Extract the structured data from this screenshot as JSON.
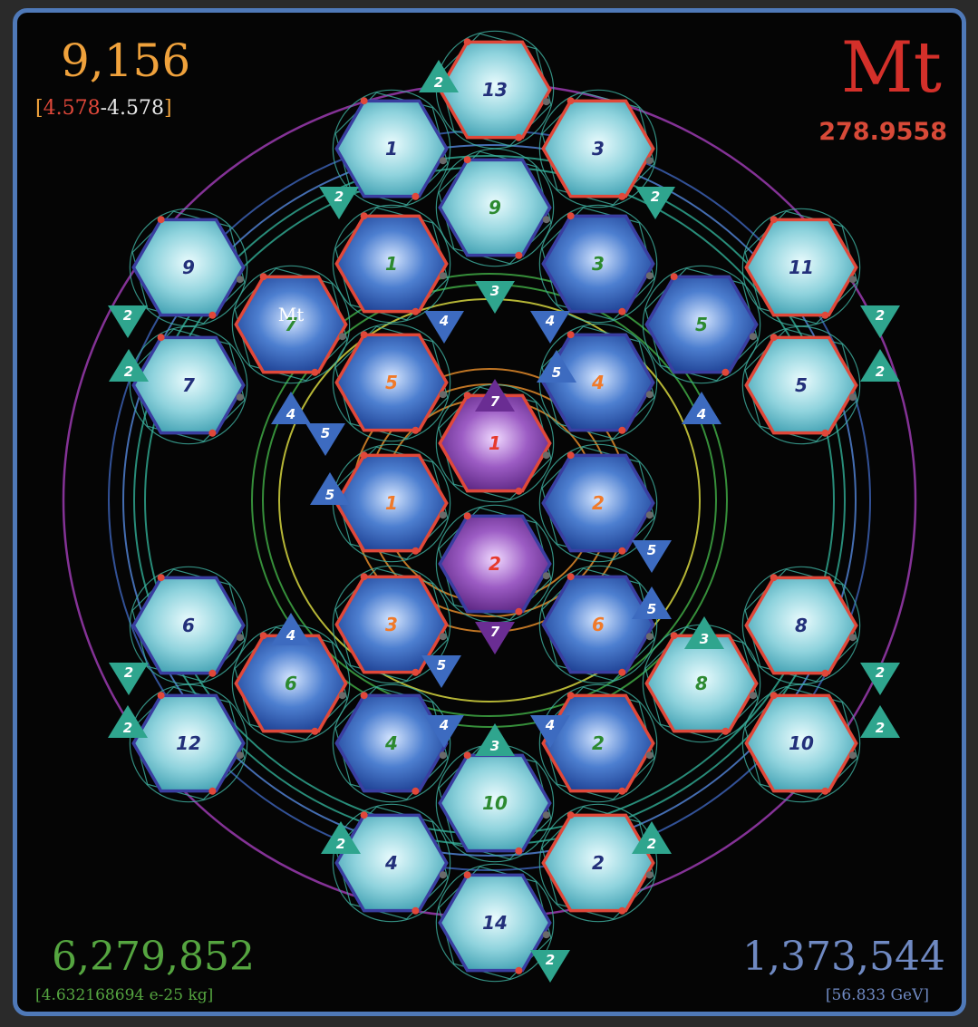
{
  "top_left": {
    "value": "9,156",
    "range_low": "4.578",
    "dash": "-",
    "range_high": "4.578"
  },
  "top_right": {
    "symbol": "Mt",
    "mass": "278.9558"
  },
  "bottom_left": {
    "value": "6,279,852",
    "detail": "[4.632168694 e-25 kg]"
  },
  "bottom_right": {
    "value": "1,373,544",
    "detail": "[56.833 GeV]"
  },
  "element_label": "Mt",
  "colors": {
    "frame": "#4f79b8",
    "background": "#050505",
    "light_hex": "#6fc0cf",
    "blue_hex": "#2f5db5",
    "purple_hex": "#7d3ea6",
    "orange_text": "#f07a2a",
    "green_text": "#2d8a30",
    "navy_text": "#23307a",
    "red_text": "#e63a2e",
    "teal_triangle": "#2fa58e",
    "blue_triangle": "#3d6bc0",
    "purple_triangle": "#6a2d93"
  },
  "hexagons": [
    {
      "id": "purple-1",
      "label": "1",
      "style": "purple",
      "text": "red"
    },
    {
      "id": "purple-2",
      "label": "2",
      "style": "purple",
      "text": "red"
    },
    {
      "id": "blue-orange-1",
      "label": "1",
      "style": "blue",
      "text": "orange"
    },
    {
      "id": "blue-orange-2",
      "label": "2",
      "style": "blue",
      "text": "orange"
    },
    {
      "id": "blue-orange-3",
      "label": "3",
      "style": "blue",
      "text": "orange"
    },
    {
      "id": "blue-orange-4",
      "label": "4",
      "style": "blue",
      "text": "orange"
    },
    {
      "id": "blue-orange-5",
      "label": "5",
      "style": "blue",
      "text": "orange"
    },
    {
      "id": "blue-orange-6",
      "label": "6",
      "style": "blue",
      "text": "orange"
    },
    {
      "id": "blue-green-1",
      "label": "1",
      "style": "blue",
      "text": "green"
    },
    {
      "id": "blue-green-3",
      "label": "3",
      "style": "blue",
      "text": "green"
    },
    {
      "id": "blue-green-7",
      "label": "7",
      "style": "blue",
      "text": "green"
    },
    {
      "id": "blue-green-5",
      "label": "5",
      "style": "blue",
      "text": "green"
    },
    {
      "id": "blue-green-6",
      "label": "6",
      "style": "blue",
      "text": "green"
    },
    {
      "id": "blue-green-4",
      "label": "4",
      "style": "blue",
      "text": "green"
    },
    {
      "id": "blue-green-2",
      "label": "2",
      "style": "blue",
      "text": "green"
    },
    {
      "id": "light-green-9",
      "label": "9",
      "style": "light",
      "text": "green"
    },
    {
      "id": "light-green-8",
      "label": "8",
      "style": "light",
      "text": "green"
    },
    {
      "id": "light-green-10",
      "label": "10",
      "style": "light",
      "text": "green"
    },
    {
      "id": "light-navy-13",
      "label": "13",
      "style": "light",
      "text": "navy"
    },
    {
      "id": "light-navy-1",
      "label": "1",
      "style": "light",
      "text": "navy"
    },
    {
      "id": "light-navy-3",
      "label": "3",
      "style": "light",
      "text": "navy"
    },
    {
      "id": "light-navy-9",
      "label": "9",
      "style": "light",
      "text": "navy"
    },
    {
      "id": "light-navy-11",
      "label": "11",
      "style": "light",
      "text": "navy"
    },
    {
      "id": "light-navy-7",
      "label": "7",
      "style": "light",
      "text": "navy"
    },
    {
      "id": "light-navy-5",
      "label": "5",
      "style": "light",
      "text": "navy"
    },
    {
      "id": "light-navy-6",
      "label": "6",
      "style": "light",
      "text": "navy"
    },
    {
      "id": "light-navy-8",
      "label": "8",
      "style": "light",
      "text": "navy"
    },
    {
      "id": "light-navy-12",
      "label": "12",
      "style": "light",
      "text": "navy"
    },
    {
      "id": "light-navy-10",
      "label": "10",
      "style": "light",
      "text": "navy"
    },
    {
      "id": "light-navy-4",
      "label": "4",
      "style": "light",
      "text": "navy"
    },
    {
      "id": "light-navy-2",
      "label": "2",
      "style": "light",
      "text": "navy"
    },
    {
      "id": "light-navy-14",
      "label": "14",
      "style": "light",
      "text": "navy"
    }
  ],
  "triangles": [
    {
      "label": "7",
      "style": "purple"
    },
    {
      "label": "7",
      "style": "purple"
    },
    {
      "label": "5",
      "style": "blue"
    },
    {
      "label": "5",
      "style": "blue"
    },
    {
      "label": "5",
      "style": "blue"
    },
    {
      "label": "5",
      "style": "blue"
    },
    {
      "label": "5",
      "style": "blue"
    },
    {
      "label": "5",
      "style": "blue"
    },
    {
      "label": "4",
      "style": "blue"
    },
    {
      "label": "4",
      "style": "blue"
    },
    {
      "label": "4",
      "style": "blue"
    },
    {
      "label": "4",
      "style": "blue"
    },
    {
      "label": "4",
      "style": "blue"
    },
    {
      "label": "4",
      "style": "blue"
    },
    {
      "label": "4",
      "style": "blue"
    },
    {
      "label": "4",
      "style": "blue"
    },
    {
      "label": "3",
      "style": "teal"
    },
    {
      "label": "3",
      "style": "teal"
    },
    {
      "label": "3",
      "style": "teal"
    },
    {
      "label": "2",
      "style": "teal"
    },
    {
      "label": "2",
      "style": "teal"
    },
    {
      "label": "2",
      "style": "teal"
    },
    {
      "label": "2",
      "style": "teal"
    },
    {
      "label": "2",
      "style": "teal"
    },
    {
      "label": "2",
      "style": "teal"
    },
    {
      "label": "2",
      "style": "teal"
    },
    {
      "label": "2",
      "style": "teal"
    },
    {
      "label": "2",
      "style": "teal"
    },
    {
      "label": "2",
      "style": "teal"
    },
    {
      "label": "2",
      "style": "teal"
    },
    {
      "label": "2",
      "style": "teal"
    },
    {
      "label": "2",
      "style": "teal"
    },
    {
      "label": "2",
      "style": "teal"
    },
    {
      "label": "2",
      "style": "teal"
    }
  ]
}
